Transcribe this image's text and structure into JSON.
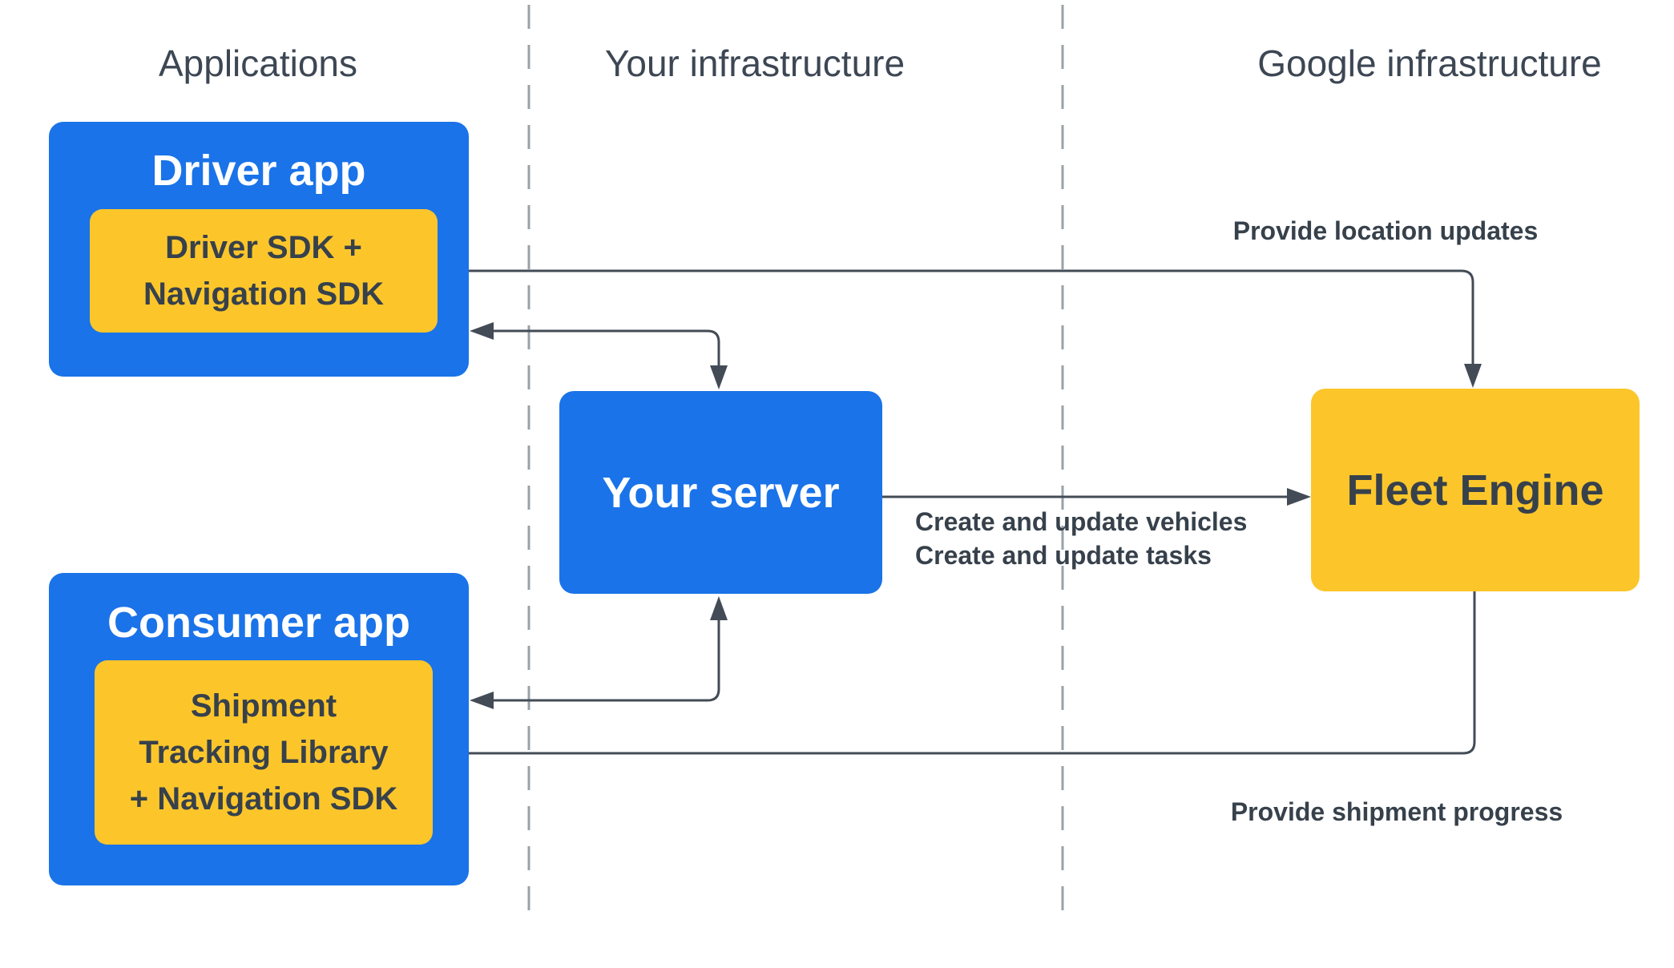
{
  "columns": [
    {
      "label": "Applications"
    },
    {
      "label": "Your infrastructure"
    },
    {
      "label": "Google infrastructure"
    }
  ],
  "boxes": {
    "driver_app": {
      "title": "Driver app"
    },
    "driver_sdk": {
      "lines": [
        "Driver SDK +",
        "Navigation SDK"
      ]
    },
    "consumer_app": {
      "title": "Consumer app"
    },
    "shipment_lib": {
      "lines": [
        "Shipment",
        "Tracking Library",
        "+ Navigation SDK"
      ]
    },
    "your_server": {
      "title": "Your server"
    },
    "fleet_engine": {
      "title": "Fleet Engine"
    }
  },
  "labels": {
    "provide_location_updates": "Provide location updates",
    "create_update_lines": [
      "Create and update vehicles",
      "Create and update tasks"
    ],
    "provide_shipment_progress": "Provide shipment progress"
  },
  "colors": {
    "box_blue": "#1A73E8",
    "box_yellow": "#FCC62B",
    "arrow": "#434B56",
    "heading_text": "#3D4754",
    "dark_text": "#37414B",
    "divider": "#99A1A8",
    "background": "#FFFFFF"
  }
}
